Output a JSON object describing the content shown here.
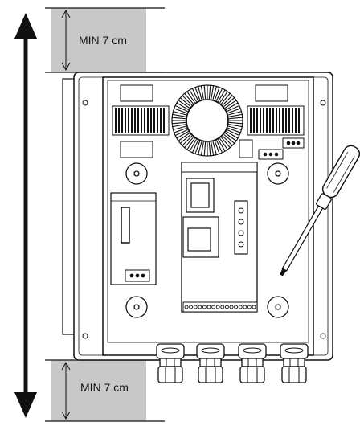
{
  "clearance_top": {
    "label": "MIN 7 cm"
  },
  "clearance_bottom": {
    "label": "MIN 7 cm"
  },
  "colors": {
    "clearance_zone": "#c8c8c8",
    "stroke": "#111111",
    "fill": "#ffffff"
  },
  "icons": [
    "double-arrow",
    "enclosure",
    "toroidal-transformer",
    "heatsink",
    "screwdriver",
    "cable-gland",
    "terminal-block"
  ]
}
